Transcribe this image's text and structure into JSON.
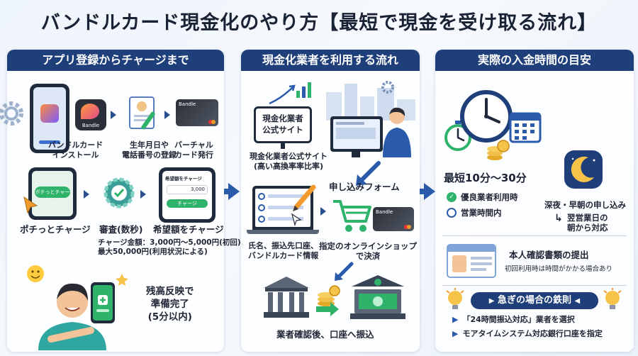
{
  "title": "バンドルカード現金化のやり方【最短で現金を受け取る流れ】",
  "colors": {
    "header_navy": "#1f3f7a",
    "accent_blue": "#2a5bab",
    "green": "#2fb36b",
    "orange": "#f29a2e"
  },
  "col1": {
    "header": "アプリ登録からチャージまで",
    "step1": {
      "app_name": "Bandle",
      "label": "バンドルカード\nインストール"
    },
    "step2": {
      "label": "生年月日や\n電話番号の登録"
    },
    "step3": {
      "card_text": "Bandle",
      "label": "バーチャル\nカード発行"
    },
    "step4": {
      "button_text": "ポチっとチャージ",
      "label": "ポチっとチャージ"
    },
    "step5": {
      "label": "審査(数秒)"
    },
    "step6": {
      "screen_title": "希望額をチャージ",
      "amount": "3,000",
      "button_text": "チャージ",
      "label": "希望額をチャージ"
    },
    "charge_note": "チャージ金額：3,000円〜5,000円(初回)、\n最大50,000円(利用状況による)",
    "complete_text": "残高反映で\n準備完了\n(5分以内)"
  },
  "col2": {
    "header": "現金化業者を利用する流れ",
    "sign_text": "現金化業者\n公式サイト",
    "site_label": "現金化業者公式サイト\n(高い高換率率比率)",
    "form_label": "申し込みフォーム",
    "card_text": "Bandle",
    "info_label": "氏名、振込先口座、\nバンドルカード情報",
    "shop_label": "指定のオンラインショップ\nで決済",
    "transfer_label": "業者確認後、口座へ振込"
  },
  "col3": {
    "header": "実際の入金時間の目安",
    "fastest": "最短10分〜30分",
    "bullet1": "優良業者利用時",
    "bullet2": "営業時間内",
    "night_title": "深夜・早朝の申し込み",
    "night_arrow": "↳",
    "night_result": "翌営業日の\n朝から対応",
    "id_title": "本人確認書類の提出",
    "id_note": "初回利用時は時間がかかる場合あり",
    "rule_title": "急ぎの場合の鉄則",
    "rule1": "「24時間振込対応」業者を選択",
    "rule2": "モアタイムシステム対応銀行口座を指定"
  }
}
